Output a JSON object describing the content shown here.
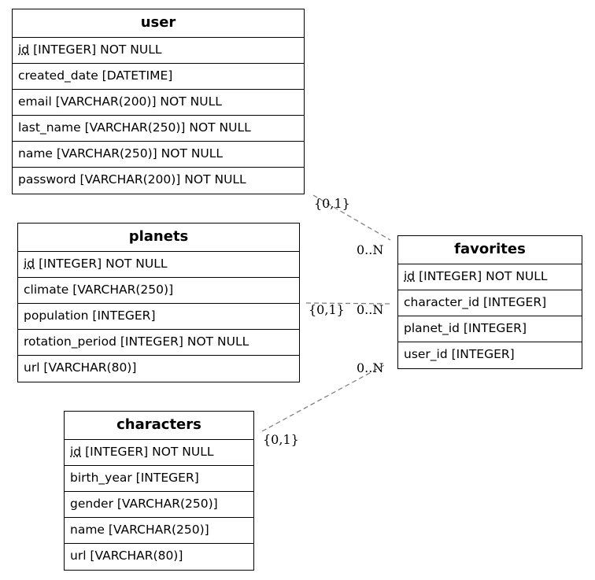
{
  "entities": {
    "user": {
      "name": "user",
      "columns": [
        {
          "pk": "id",
          "rest": " [INTEGER] NOT NULL"
        },
        {
          "pk": "",
          "rest": "created_date [DATETIME]"
        },
        {
          "pk": "",
          "rest": "email [VARCHAR(200)] NOT NULL"
        },
        {
          "pk": "",
          "rest": "last_name [VARCHAR(250)] NOT NULL"
        },
        {
          "pk": "",
          "rest": "name [VARCHAR(250)] NOT NULL"
        },
        {
          "pk": "",
          "rest": "password [VARCHAR(200)] NOT NULL"
        }
      ]
    },
    "planets": {
      "name": "planets",
      "columns": [
        {
          "pk": "id",
          "rest": " [INTEGER] NOT NULL"
        },
        {
          "pk": "",
          "rest": "climate [VARCHAR(250)]"
        },
        {
          "pk": "",
          "rest": "population [INTEGER]"
        },
        {
          "pk": "",
          "rest": "rotation_period [INTEGER] NOT NULL"
        },
        {
          "pk": "",
          "rest": "url [VARCHAR(80)]"
        }
      ]
    },
    "characters": {
      "name": "characters",
      "columns": [
        {
          "pk": "id",
          "rest": " [INTEGER] NOT NULL"
        },
        {
          "pk": "",
          "rest": "birth_year [INTEGER]"
        },
        {
          "pk": "",
          "rest": "gender [VARCHAR(250)]"
        },
        {
          "pk": "",
          "rest": "name [VARCHAR(250)]"
        },
        {
          "pk": "",
          "rest": "url [VARCHAR(80)]"
        }
      ]
    },
    "favorites": {
      "name": "favorites",
      "columns": [
        {
          "pk": "id",
          "rest": " [INTEGER] NOT NULL"
        },
        {
          "pk": "",
          "rest": "character_id [INTEGER]"
        },
        {
          "pk": "",
          "rest": "planet_id [INTEGER]"
        },
        {
          "pk": "",
          "rest": "user_id [INTEGER]"
        }
      ]
    }
  },
  "relations": {
    "user_favorites": {
      "one": "{0,1}",
      "many": "0..N"
    },
    "planets_favorites": {
      "one": "{0,1}",
      "many": "0..N"
    },
    "characters_favorites": {
      "one": "{0,1}",
      "many": "0..N"
    }
  }
}
